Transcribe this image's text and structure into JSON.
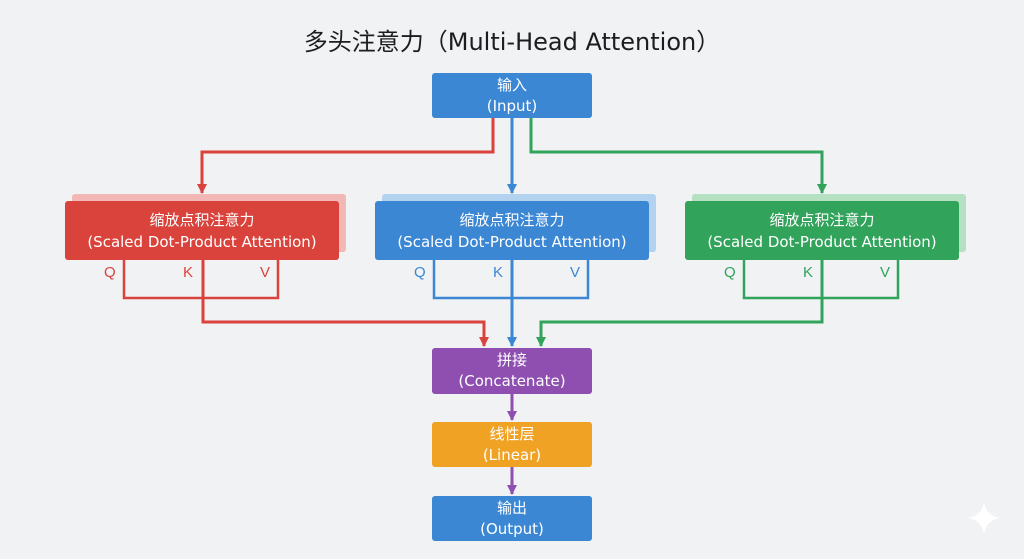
{
  "title": "多头注意力（Multi-Head Attention）",
  "input": {
    "zh": "输入",
    "en": "(Input)"
  },
  "heads": [
    {
      "zh": "缩放点积注意力",
      "en": "(Scaled Dot-Product Attention)",
      "q": "Q",
      "k": "K",
      "v": "V",
      "color": "#d9433c"
    },
    {
      "zh": "缩放点积注意力",
      "en": "(Scaled Dot-Product Attention)",
      "q": "Q",
      "k": "K",
      "v": "V",
      "color": "#3b87d4"
    },
    {
      "zh": "缩放点积注意力",
      "en": "(Scaled Dot-Product Attention)",
      "q": "Q",
      "k": "K",
      "v": "V",
      "color": "#31a35a"
    }
  ],
  "concat": {
    "zh": "拼接",
    "en": "(Concatenate)"
  },
  "linear": {
    "zh": "线性层",
    "en": "(Linear)"
  },
  "output": {
    "zh": "输出",
    "en": "(Output)"
  },
  "colors": {
    "blue": "#3b87d4",
    "red": "#d9433c",
    "green": "#31a35a",
    "purple": "#8e4fb0",
    "orange": "#f0a225",
    "background": "#f1f2f4"
  },
  "icons": [
    "sparkle-icon"
  ]
}
